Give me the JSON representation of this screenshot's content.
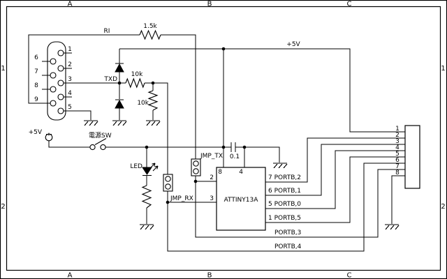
{
  "frame": {
    "cols": [
      "A",
      "B",
      "C"
    ],
    "rows": [
      "1",
      "2"
    ]
  },
  "colors": {
    "background": "#ffffff",
    "line": "#000000"
  },
  "nets": {
    "ri": "RI",
    "txd": "TXD",
    "rail_5v": "+5V",
    "port_5v": "+5V",
    "power_switch": "電源SW",
    "led": "LED",
    "jmp_tx": "JMP_TX",
    "jmp_rx": "JMP_RX"
  },
  "components": {
    "r_ri": "1.5k",
    "r_series": "10k",
    "r_pulldown": "10k",
    "cap": "0.1",
    "mcu": "ATTINY13A"
  },
  "db9": {
    "right_pins": [
      "1",
      "2",
      "3",
      "4",
      "5"
    ],
    "left_pins": [
      "6",
      "7",
      "8",
      "9"
    ]
  },
  "mcu_pins": {
    "top": [
      "8",
      "4"
    ],
    "left": [
      "2",
      "3"
    ],
    "right_labels": [
      "7 PORTB,2",
      "6 PORTB,1",
      "5 PORTB,0",
      "1 PORTB,5"
    ],
    "bottom_nets": [
      "PORTB,3",
      "PORTB,4"
    ]
  },
  "header": {
    "pins": [
      "1",
      "2",
      "3",
      "4",
      "5",
      "6",
      "7",
      "8"
    ]
  }
}
